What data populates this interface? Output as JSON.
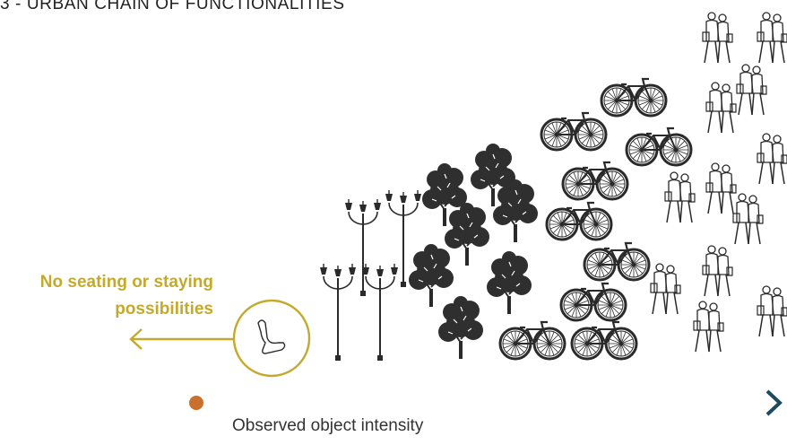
{
  "title": "3 - URBAN CHAIN OF FUNCTIONALITIES",
  "annotation": {
    "line1": "No seating or staying",
    "line2": "possibilities"
  },
  "axis_label": "Observed object intensity",
  "colors": {
    "accent": "#c4aa2c",
    "gradient_start": "#c8702c",
    "gradient_end": "#1e4a5f",
    "icon_stroke": "#2a2a2a"
  },
  "icons": {
    "seat": "chair-icon",
    "lamps": "street-lamp-icon",
    "trees": "tree-icon",
    "bicycles": "bicycle-icon",
    "people": "pedestrian-icon"
  }
}
